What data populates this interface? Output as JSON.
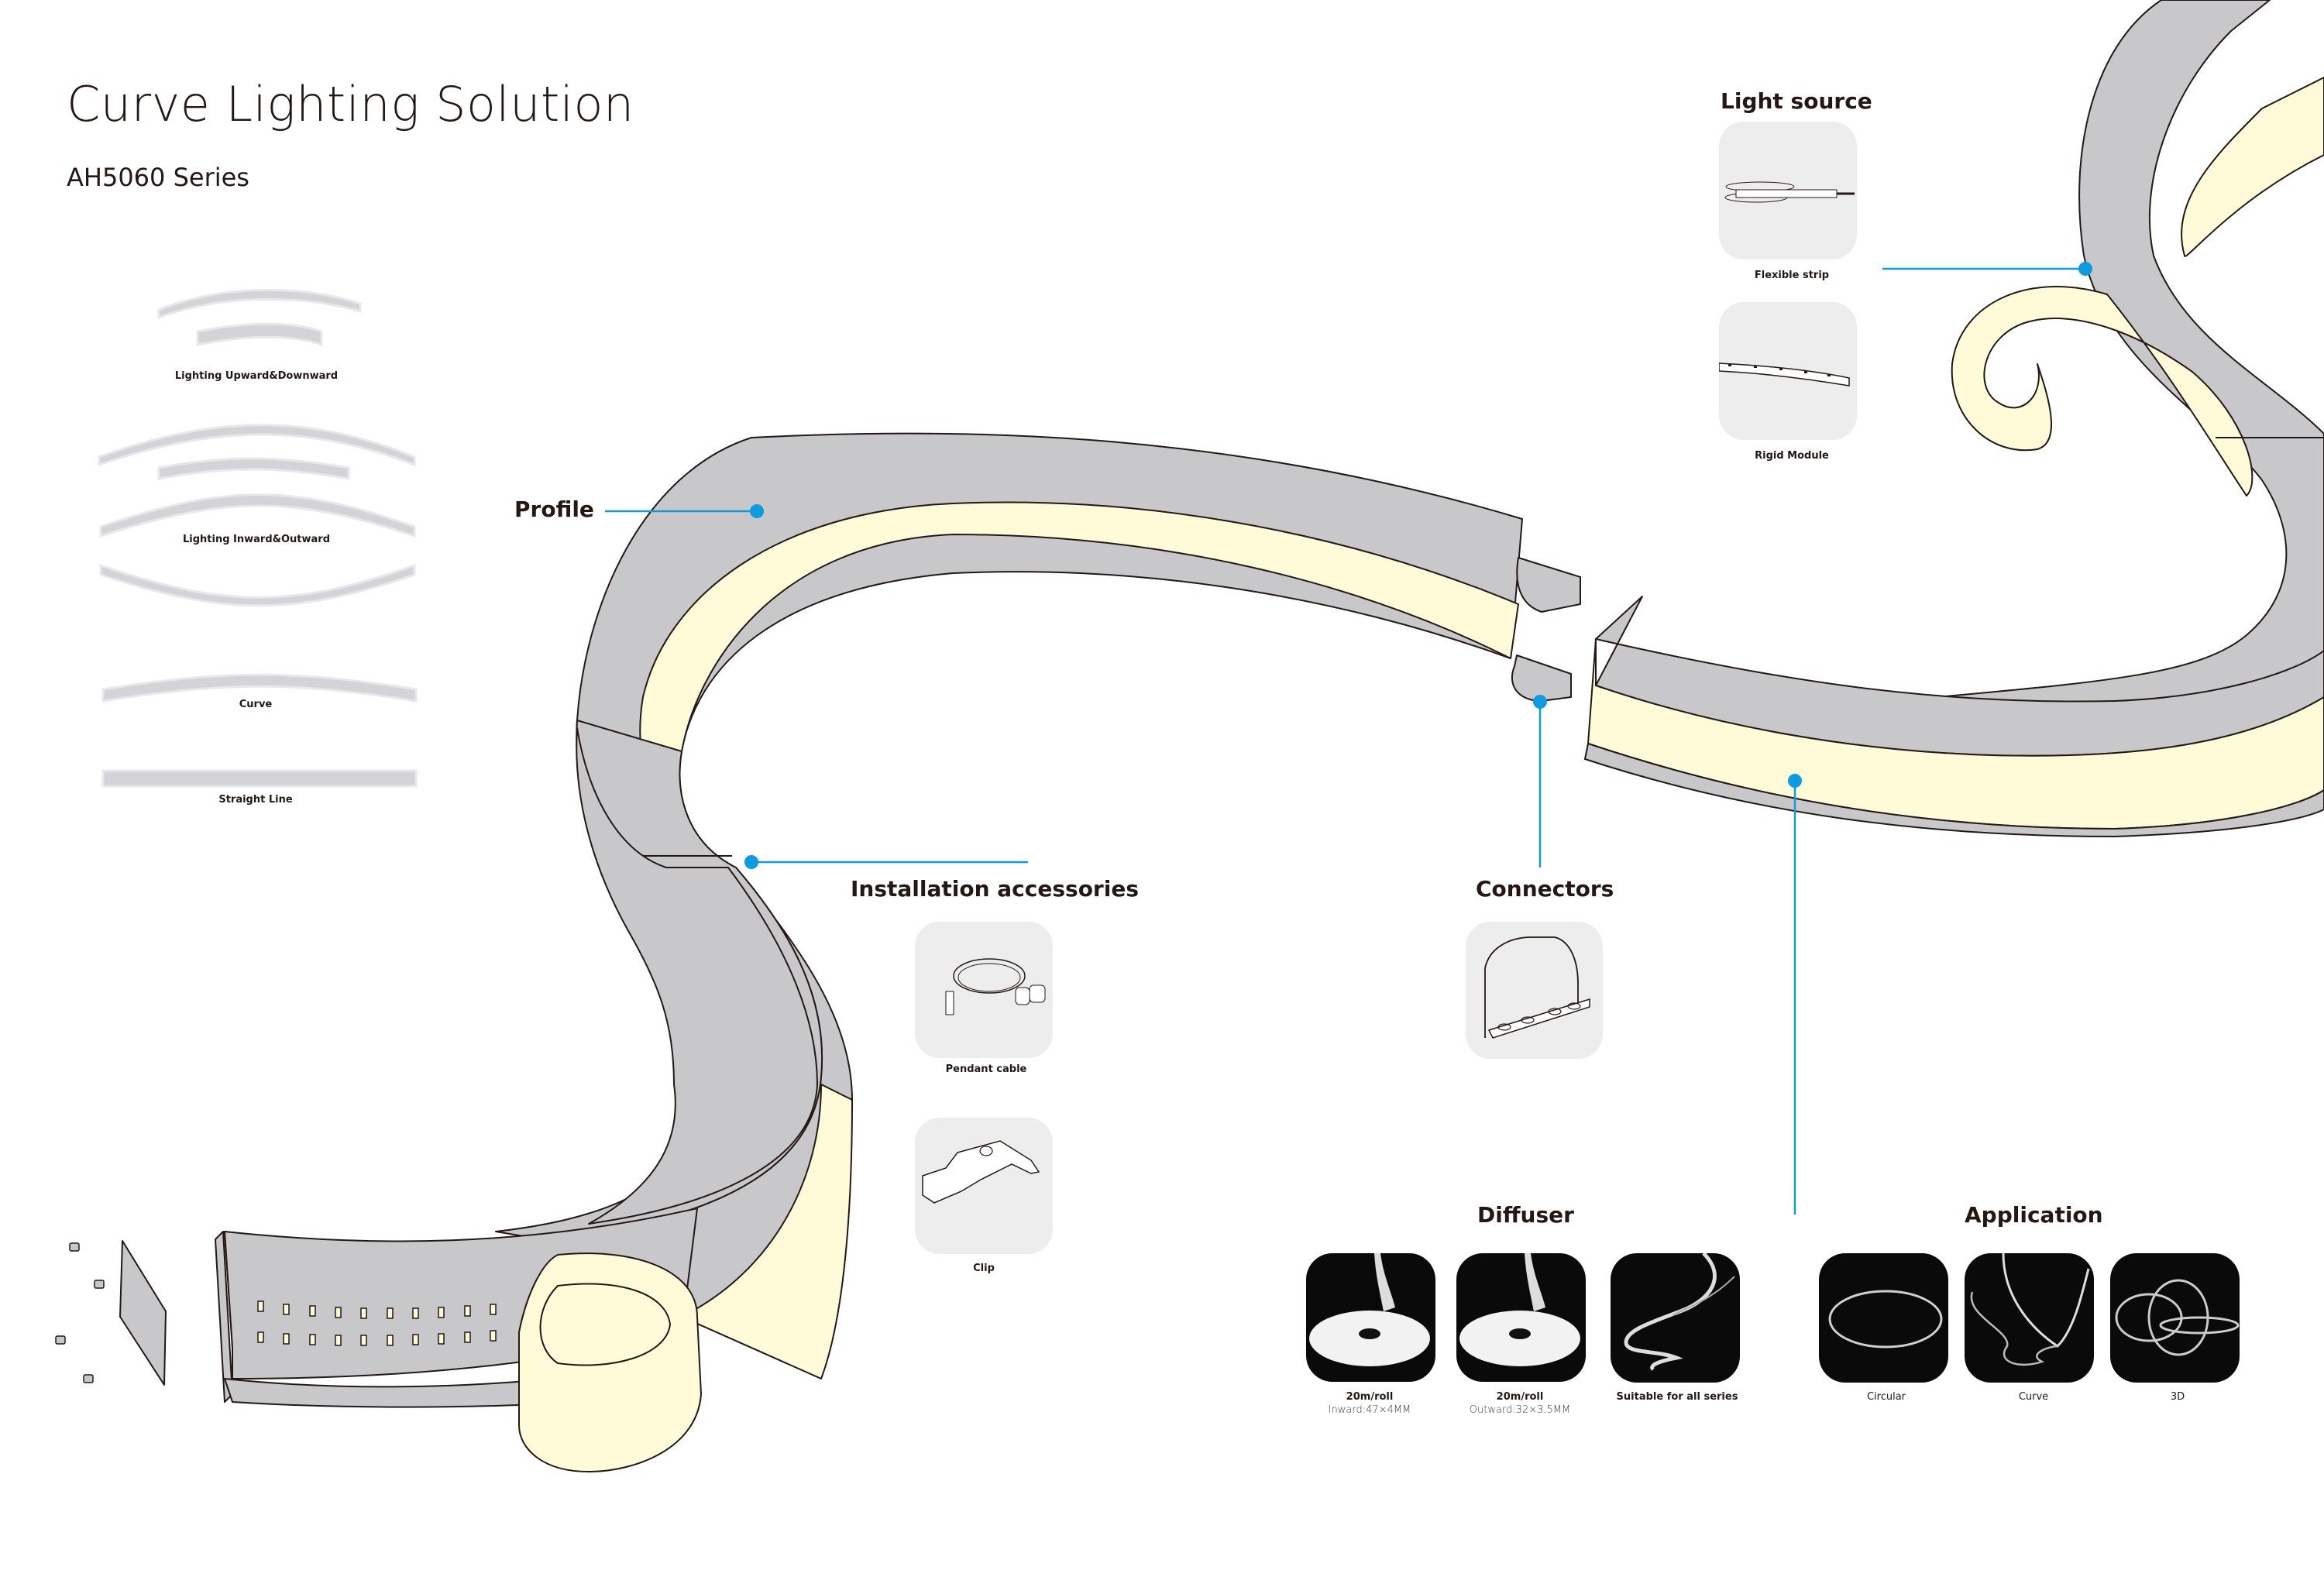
{
  "header": {
    "title": "Curve Lighting Solution",
    "series": "AH5060 Series"
  },
  "colors": {
    "accent_blue": "#0f9be0",
    "profile_gray": "#c8c8ca",
    "diffuser_cream": "#fffbd9",
    "card_bg": "#ededed",
    "card_dark_bg": "#0a0a0a",
    "text": "#231815"
  },
  "samples": [
    {
      "label": "Lighting Upward&Downward",
      "icon": "curved-profile-pair-icon"
    },
    {
      "label": "Lighting Inward&Outward",
      "icon": "curved-profile-stack-icon"
    },
    {
      "label": "Curve",
      "icon": "curved-profile-icon"
    },
    {
      "label": "Straight Line",
      "icon": "straight-profile-icon"
    }
  ],
  "callouts": {
    "profile": "Profile",
    "light_source": "Light source",
    "installation_accessories": "Installation accessories",
    "connectors": "Connectors",
    "diffuser": "Diffuser",
    "application": "Application"
  },
  "light_source": {
    "items": [
      {
        "label": "Flexible strip",
        "icon": "flexible-led-strip-icon"
      },
      {
        "label": "Rigid Module",
        "icon": "rigid-led-module-icon"
      }
    ]
  },
  "installation_accessories": {
    "items": [
      {
        "label": "Pendant cable",
        "icon": "pendant-cable-icon"
      },
      {
        "label": "Clip",
        "icon": "mounting-clip-icon"
      }
    ]
  },
  "connectors": {
    "items": [
      {
        "label": "",
        "icon": "connector-bracket-icon"
      }
    ]
  },
  "diffuser": {
    "items": [
      {
        "label": "20m/roll",
        "detail": "Inward:47×4MM",
        "icon": "diffuser-roll-icon"
      },
      {
        "label": "20m/roll",
        "detail": "Outward:32×3.5MM",
        "icon": "diffuser-roll-icon"
      },
      {
        "label": "Suitable for all series",
        "detail": "",
        "icon": "diffuser-spiral-icon"
      }
    ]
  },
  "application": {
    "items": [
      {
        "label": "Circular",
        "icon": "circular-ring-light-icon"
      },
      {
        "label": "Curve",
        "icon": "curve-light-icon"
      },
      {
        "label": "3D",
        "icon": "3d-rings-light-icon"
      }
    ]
  }
}
